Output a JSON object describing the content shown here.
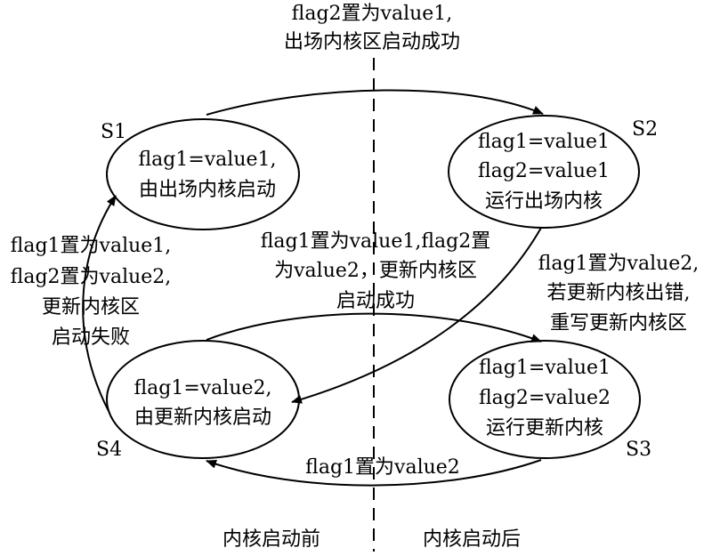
{
  "diagram": {
    "top_transition": [
      "flag2置为value1,",
      "出场内核区启动成功"
    ],
    "states": {
      "s1": {
        "label": "S1",
        "lines": [
          "flag1=value1,",
          "由出场内核启动"
        ]
      },
      "s2": {
        "label": "S2",
        "lines": [
          "flag1=value1",
          "flag2=value1",
          "运行出场内核"
        ]
      },
      "s3": {
        "label": "S3",
        "lines": [
          "flag1=value1",
          "flag2=value2",
          "运行更新内核"
        ]
      },
      "s4": {
        "label": "S4",
        "lines": [
          "flag1=value2,",
          "由更新内核启动"
        ]
      }
    },
    "left_transition": [
      "flag1置为value1,",
      "flag2置为value2,",
      "更新内核区",
      "启动失败"
    ],
    "center_transition": [
      "flag1置为value1,flag2置",
      "为value2，更新内核区",
      "启动成功"
    ],
    "right_transition": [
      "flag1置为value2,",
      "若更新内核出错,",
      "重写更新内核区"
    ],
    "bottom_transition": "flag1置为value2",
    "regions": {
      "left": "内核启动前",
      "right": "内核启动后"
    }
  }
}
